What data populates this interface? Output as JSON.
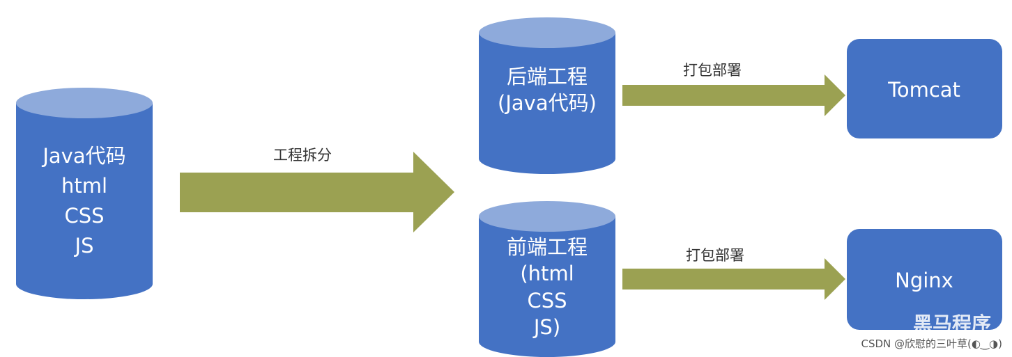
{
  "nodes": {
    "source": {
      "lines": [
        "Java代码",
        "html",
        "CSS",
        "JS"
      ]
    },
    "backend": {
      "lines": [
        "后端工程",
        "(Java代码)"
      ]
    },
    "frontend": {
      "lines": [
        "前端工程",
        "(html",
        "CSS",
        "JS)"
      ]
    },
    "tomcat": {
      "label": "Tomcat"
    },
    "nginx": {
      "label": "Nginx"
    }
  },
  "edges": {
    "split": {
      "label": "工程拆分"
    },
    "deploy_backend": {
      "label": "打包部署"
    },
    "deploy_frontend": {
      "label": "打包部署"
    }
  },
  "watermark": {
    "text": "黑马程序"
  },
  "credit": {
    "text": "CSDN @欣慰的三叶草(◐‿◑)"
  },
  "colors": {
    "cylinder_body": "#4472C4",
    "cylinder_top": "#8EAADB",
    "arrow": "#9BA152",
    "box": "#4472C4"
  }
}
